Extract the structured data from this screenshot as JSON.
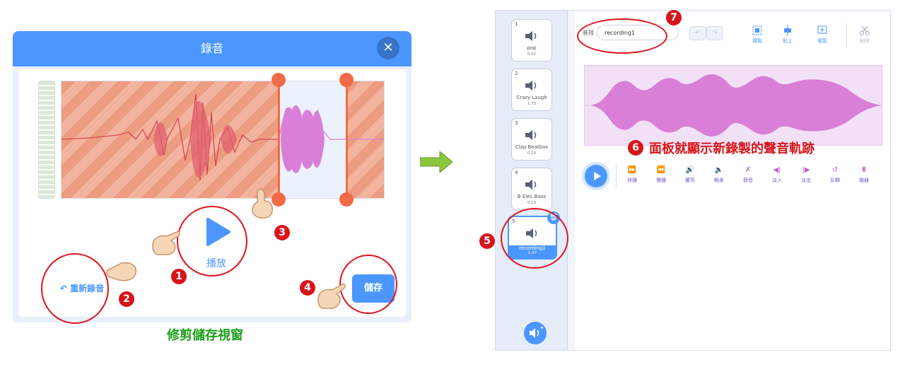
{
  "dialog": {
    "title": "錄音",
    "close_icon": "close-icon",
    "play_label": "播放",
    "rerecord_label": "重新錄音",
    "save_label": "儲存",
    "caption": "修剪儲存視窗"
  },
  "markers": {
    "m1": "1",
    "m2": "2",
    "m3": "3",
    "m4": "4",
    "m5": "5",
    "m6": "6",
    "m7": "7"
  },
  "editor": {
    "sound_label": "音效",
    "sound_name": "recording1",
    "sounds": [
      {
        "index": "1",
        "name": "pop",
        "duration": "0.02"
      },
      {
        "index": "2",
        "name": "Crazy Laugh",
        "duration": "1.70"
      },
      {
        "index": "3",
        "name": "Clap Beatbox",
        "duration": "0.19"
      },
      {
        "index": "4",
        "name": "B Elec Bass",
        "duration": "0.23"
      },
      {
        "index": "5",
        "name": "recording1",
        "duration": "1.47"
      }
    ],
    "tools": {
      "copy": "複製",
      "paste": "貼上",
      "copy_new": "複製",
      "delete": "刪除"
    },
    "effects": [
      "快播",
      "慢播",
      "響亮",
      "輕柔",
      "靜音",
      "淡入",
      "淡出",
      "反轉",
      "機器"
    ],
    "caption": "面板就顯示新錄製的聲音軌跡"
  },
  "colors": {
    "accent": "#4c97ff",
    "trim": "#f36a46",
    "waveform_kept": "#d97fd8",
    "annotation": "#d8141b",
    "caption_green": "#1b9e1b"
  }
}
